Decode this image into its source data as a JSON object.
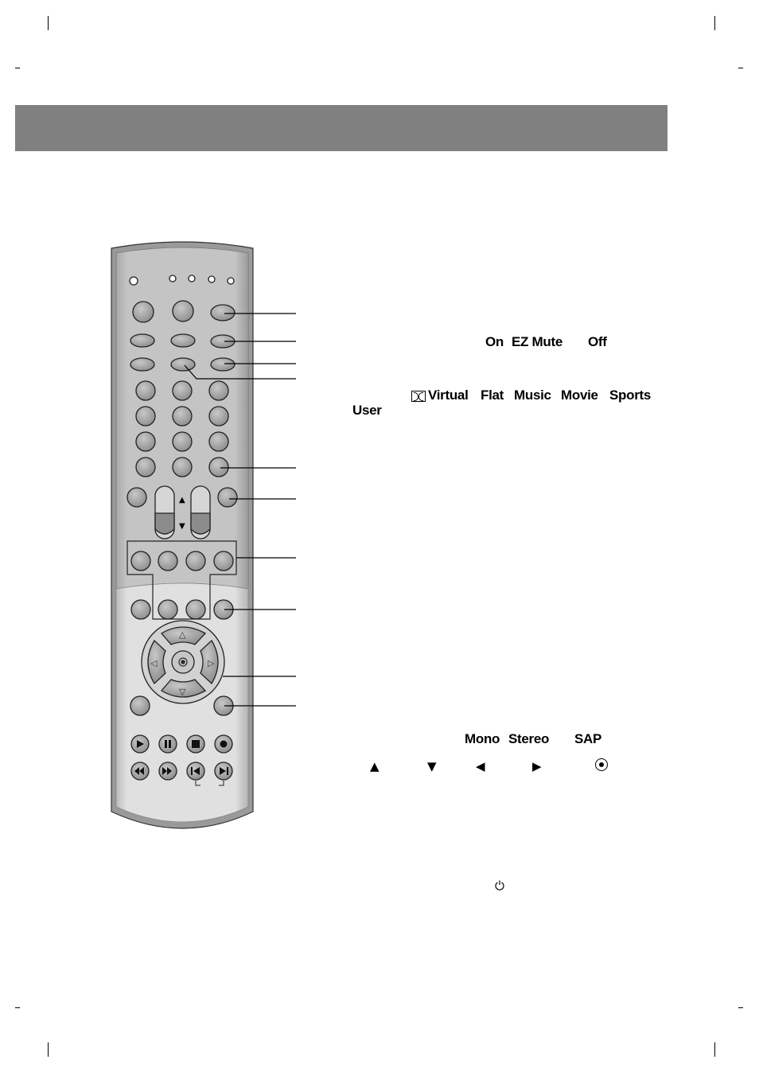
{
  "options_line_1": {
    "on": "On",
    "ez_mute": "EZ Mute",
    "off": "Off"
  },
  "options_line_2": {
    "dolby_logo": "DD",
    "virtual": "Virtual",
    "flat": "Flat",
    "music": "Music",
    "movie": "Movie",
    "sports": "Sports",
    "user": "User"
  },
  "options_line_3": {
    "mono": "Mono",
    "stereo": "Stereo",
    "sap": "SAP"
  },
  "symbols": {
    "up": "▲",
    "down": "▼",
    "left": "◀",
    "right": "▶",
    "enter": "⦿",
    "power": "⏻"
  },
  "remote": {
    "ch_up_mark": "▲",
    "ch_down_mark": "▼",
    "dpad_up": "△",
    "dpad_down": "▽",
    "dpad_left": "◁",
    "dpad_right": "▷"
  },
  "colors": {
    "header_bar": "#808080",
    "remote_body": "#bdbdbd",
    "remote_lower": "#dcdcdc",
    "button_fill": "#a9a9a9"
  }
}
